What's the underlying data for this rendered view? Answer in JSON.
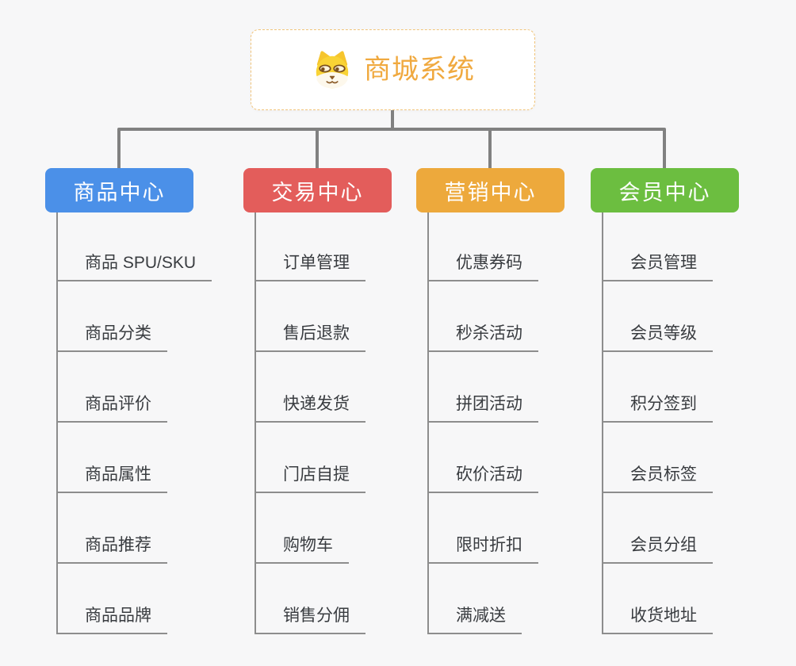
{
  "canvas": {
    "background": "#f7f7f8",
    "connector_color": "#818181",
    "leaf_line_color": "#8d8d8d"
  },
  "root": {
    "title": "商城系统",
    "icon": "shiba-dog-icon",
    "text_color": "#f0a93f",
    "border_color": "#f1c47a"
  },
  "branches": [
    {
      "label": "商品中心",
      "color": "#4b90e8",
      "children": [
        "商品 SPU/SKU",
        "商品分类",
        "商品评价",
        "商品属性",
        "商品推荐",
        "商品品牌"
      ]
    },
    {
      "label": "交易中心",
      "color": "#e35d5b",
      "children": [
        "订单管理",
        "售后退款",
        "快递发货",
        "门店自提",
        "购物车",
        "销售分佣"
      ]
    },
    {
      "label": "营销中心",
      "color": "#eda93c",
      "children": [
        "优惠券码",
        "秒杀活动",
        "拼团活动",
        "砍价活动",
        "限时折扣",
        "满减送"
      ]
    },
    {
      "label": "会员中心",
      "color": "#6cbe40",
      "children": [
        "会员管理",
        "会员等级",
        "积分签到",
        "会员标签",
        "会员分组",
        "收货地址"
      ]
    }
  ]
}
